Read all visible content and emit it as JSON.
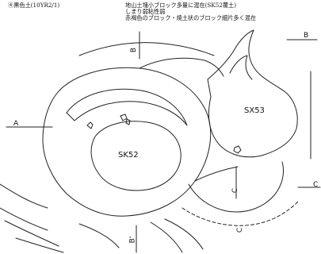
{
  "legend": {
    "line1": "④黒色土(10YR2/1)",
    "line2": "地山土塊小ブロック多量に混在(SK52覆土)",
    "line3": "しまり弱粘性弱",
    "line4": "赤褐色のブロック・焼土状のブロック細片多く混在"
  },
  "features": {
    "sk52": "SK52",
    "sx53": "SX53"
  },
  "section_markers": {
    "a_left": "A",
    "b_right": "B",
    "c_right": "C",
    "b_top": "B",
    "b_bottom": "B'",
    "c_mid": "C",
    "c_low": "C"
  }
}
